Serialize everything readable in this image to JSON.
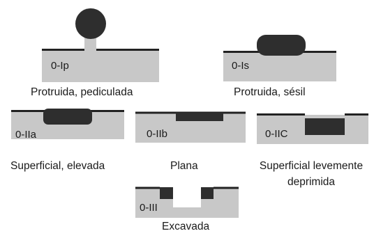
{
  "colors": {
    "tissue": "#c8c8c8",
    "lesion": "#2e2e2e",
    "surface_line": "#222222",
    "background": "#ffffff"
  },
  "figures": [
    {
      "code": "0-Ip",
      "caption": "Protruida, pediculada"
    },
    {
      "code": "0-Is",
      "caption": "Protruida, sésil"
    },
    {
      "code": "0-IIa",
      "caption": "Superficial, elevada"
    },
    {
      "code": "0-IIb",
      "caption": "Plana"
    },
    {
      "code": "0-IIC",
      "caption_line1": "Superficial levemente",
      "caption_line2": "deprimida"
    },
    {
      "code": "0-III",
      "caption": "Excavada"
    }
  ]
}
